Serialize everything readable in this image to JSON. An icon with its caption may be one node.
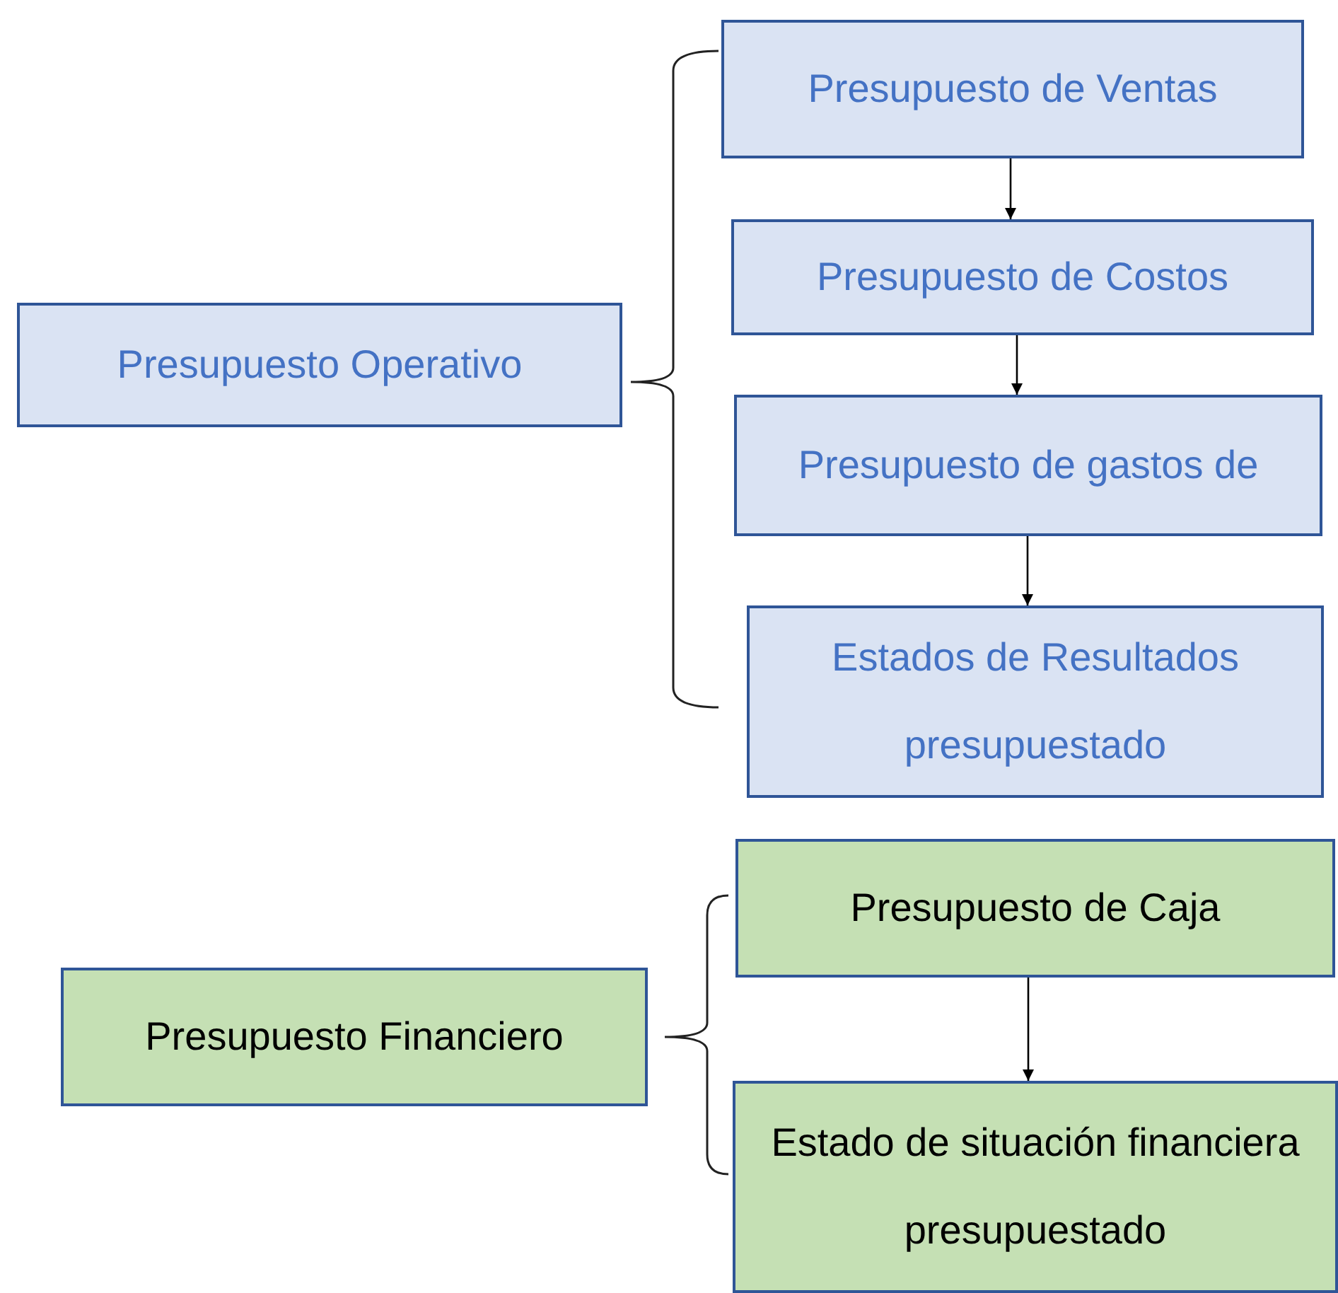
{
  "diagram": {
    "nodes": [
      {
        "text": [
          "Presupuesto Operativo"
        ]
      },
      {
        "text": [
          "Presupuesto de Ventas"
        ]
      },
      {
        "text": [
          "Presupuesto de Costos"
        ]
      },
      {
        "text": [
          "Presupuesto de gastos de"
        ]
      },
      {
        "text": [
          "Estados de Resultados presupuestado"
        ]
      },
      {
        "text": [
          "Presupuesto Financiero"
        ]
      },
      {
        "text": [
          "Presupuesto de Caja"
        ]
      },
      {
        "text": [
          "Estado de situación financiera presupuestado"
        ]
      }
    ],
    "edges": [
      {
        "from": 1,
        "to": 2,
        "arrow": "to"
      },
      {
        "from": 2,
        "to": 3,
        "arrow": "to"
      },
      {
        "from": 3,
        "to": 4,
        "arrow": "to"
      },
      {
        "from": 6,
        "to": 7,
        "arrow": "to"
      }
    ]
  }
}
